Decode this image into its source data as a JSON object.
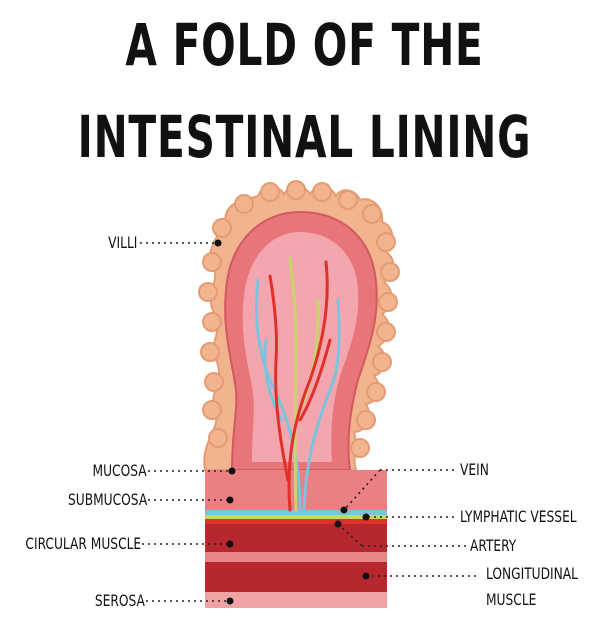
{
  "title": {
    "line1": "A FOLD OF THE",
    "line2": "INTESTINAL LINING"
  },
  "labels": {
    "villi": "VILLI",
    "mucosa": "MUCOSA",
    "submucosa": "SUBMUCOSA",
    "circular_muscle": "CIRCULAR MUSCLE",
    "serosa": "SEROSA",
    "vein": "VEIN",
    "lymphatic_vessel": "LYMPHATIC VESSEL",
    "artery": "ARTERY",
    "longitudinal_muscle_1": "LONGITUDINAL",
    "longitudinal_muscle_2": "MUSCLE"
  },
  "colors": {
    "villi": "#f2b48e",
    "mucosa": "#e8757a",
    "inner": "#f4a6ae",
    "vein": "#7cc3de",
    "lymph": "#c9d46a",
    "artery": "#e0302a",
    "muscle_dark": "#b7282e",
    "muscle_light": "#e8878a"
  }
}
